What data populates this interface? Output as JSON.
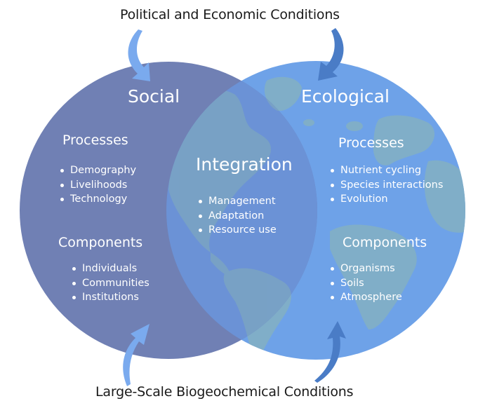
{
  "top_condition": "Political and Economic Conditions",
  "bottom_condition": "Large-Scale Biogeochemical Conditions",
  "colors": {
    "social_circle": "#7080b4",
    "ecological_ocean": "#6ea2e8",
    "ecological_land": "#80aec8",
    "arrow_light": "#7aaaee",
    "arrow_dark": "#4a7cc6"
  },
  "social": {
    "title": "Social",
    "processes": {
      "heading": "Processes",
      "items": [
        "Demography",
        "Livelihoods",
        "Technology"
      ]
    },
    "components": {
      "heading": "Components",
      "items": [
        "Individuals",
        "Communities",
        "Institutions"
      ]
    }
  },
  "integration": {
    "title": "Integration",
    "items": [
      "Management",
      "Adaptation",
      "Resource use"
    ]
  },
  "ecological": {
    "title": "Ecological",
    "processes": {
      "heading": "Processes",
      "items": [
        "Nutrient cycling",
        "Species interactions",
        "Evolution"
      ]
    },
    "components": {
      "heading": "Components",
      "items": [
        "Organisms",
        "Soils",
        "Atmosphere"
      ]
    }
  }
}
